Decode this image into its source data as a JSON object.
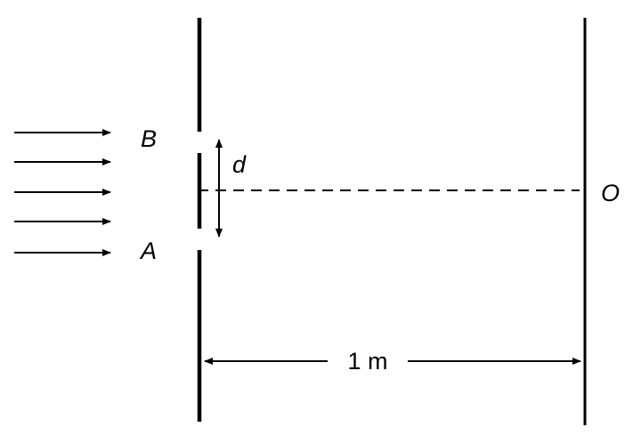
{
  "labels": {
    "slit_b": "B",
    "slit_a": "A",
    "separation": "d",
    "screen_point": "O",
    "distance": "1 m"
  },
  "colors": {
    "ink": "#000000",
    "background": "#ffffff"
  }
}
